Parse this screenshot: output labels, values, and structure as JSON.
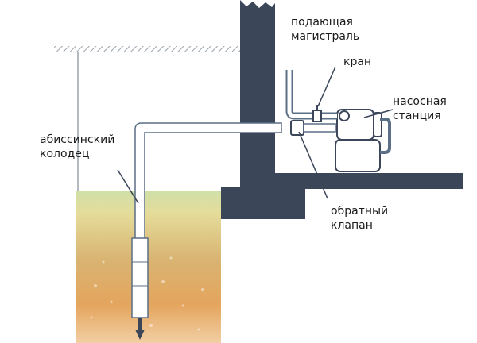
{
  "labels": {
    "supply_line": [
      "подающая",
      "магистраль"
    ],
    "tap": "кран",
    "pump_station": [
      "насосная",
      "станция"
    ],
    "abyssinian_well": [
      "абиссинский",
      "колодец"
    ],
    "check_valve": [
      "обратный",
      "клапан"
    ]
  },
  "colors": {
    "wall": "#3b4659",
    "pipe_fill": "#ffffff",
    "pipe_outline": "#5b6f86",
    "soil_top": "#cfe0a8",
    "soil_mid": "#d8c47a",
    "soil_low": "#e2a45a",
    "gravel": "#f0c79a",
    "ground_line": "#9aa3ad"
  }
}
